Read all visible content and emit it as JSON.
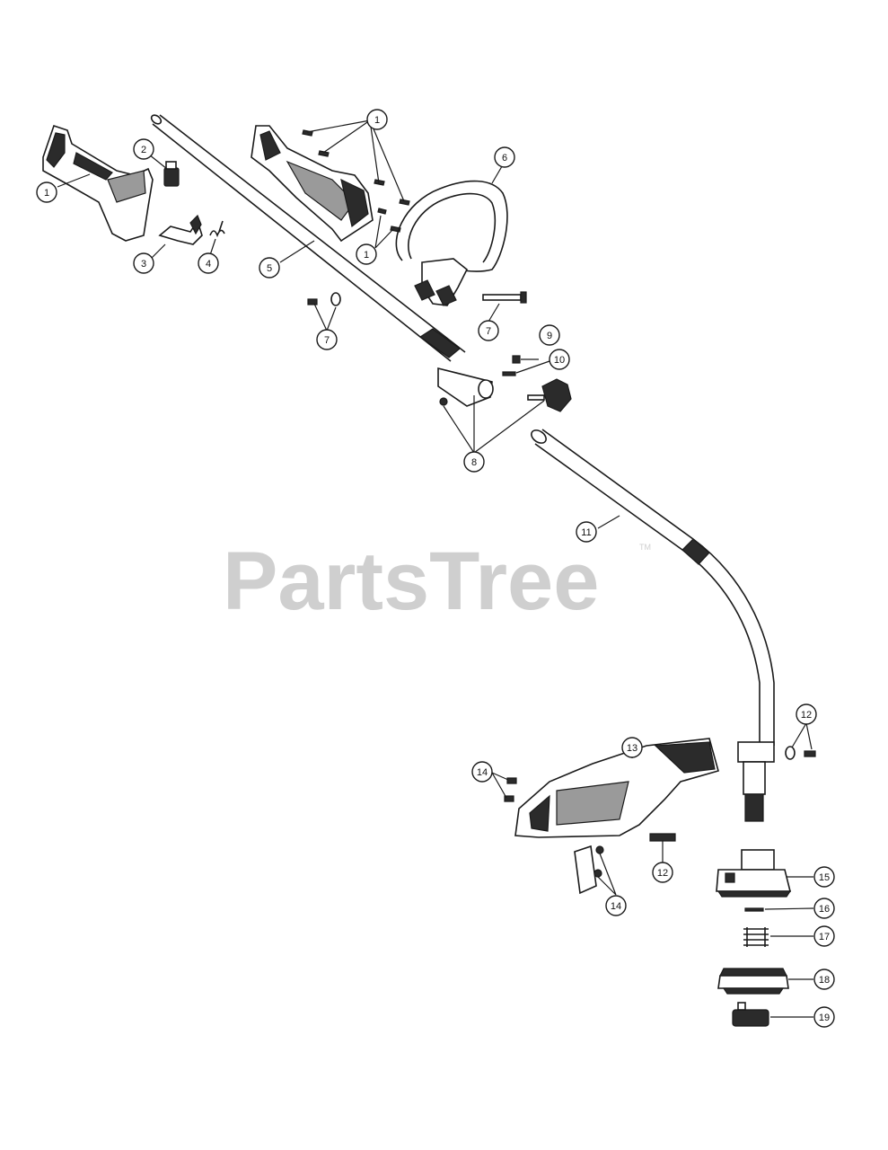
{
  "watermark": {
    "brand": "PartsTree",
    "tm": "TM"
  },
  "callouts": [
    {
      "id": "c1a",
      "label": "1"
    },
    {
      "id": "c1b",
      "label": "1"
    },
    {
      "id": "c1c",
      "label": "1"
    },
    {
      "id": "c2",
      "label": "2"
    },
    {
      "id": "c3",
      "label": "3"
    },
    {
      "id": "c4",
      "label": "4"
    },
    {
      "id": "c5",
      "label": "5"
    },
    {
      "id": "c6",
      "label": "6"
    },
    {
      "id": "c7a",
      "label": "7"
    },
    {
      "id": "c7b",
      "label": "7"
    },
    {
      "id": "c8",
      "label": "8"
    },
    {
      "id": "c9",
      "label": "9"
    },
    {
      "id": "c10",
      "label": "10"
    },
    {
      "id": "c11",
      "label": "11"
    },
    {
      "id": "c12a",
      "label": "12"
    },
    {
      "id": "c12b",
      "label": "12"
    },
    {
      "id": "c13",
      "label": "13"
    },
    {
      "id": "c14a",
      "label": "14"
    },
    {
      "id": "c14b",
      "label": "14"
    },
    {
      "id": "c15",
      "label": "15"
    },
    {
      "id": "c16",
      "label": "16"
    },
    {
      "id": "c17",
      "label": "17"
    },
    {
      "id": "c18",
      "label": "18"
    },
    {
      "id": "c19",
      "label": "19"
    }
  ]
}
